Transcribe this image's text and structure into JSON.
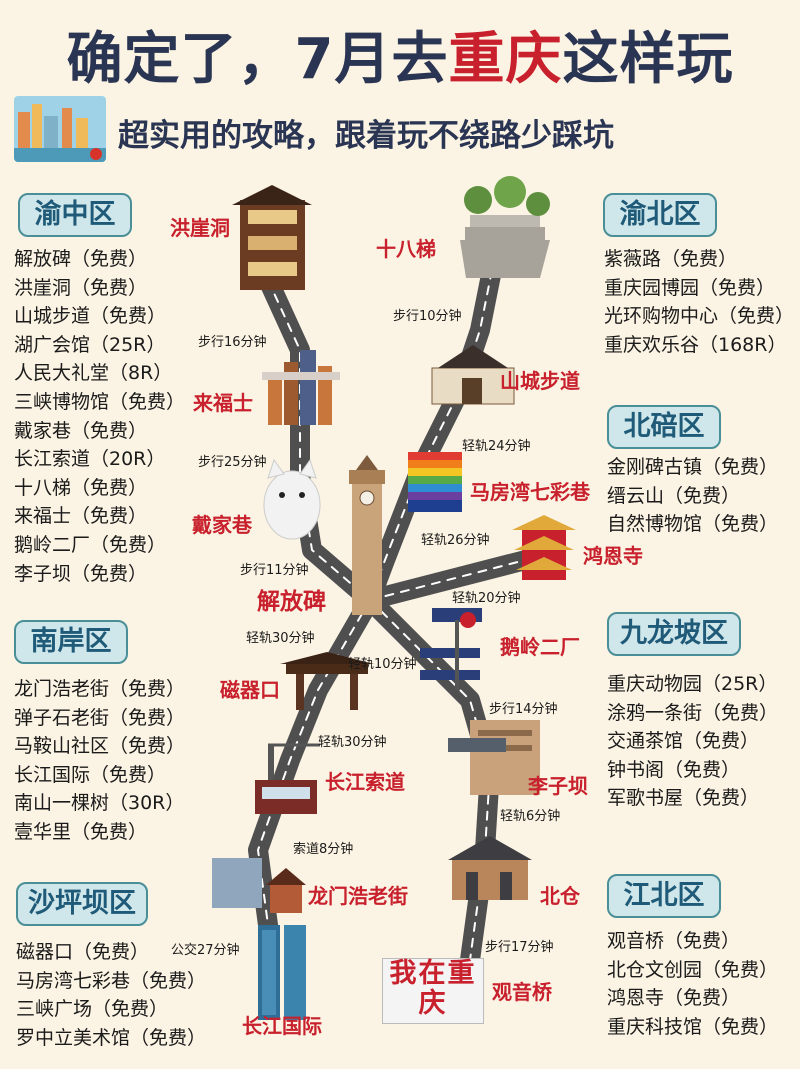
{
  "header": {
    "title_pre": "确定了，7月去",
    "title_accent": "重庆",
    "title_post": "这样玩",
    "subtitle": "超实用的攻略，跟着玩不绕路少踩坑"
  },
  "districts": {
    "yuzhong": {
      "name": "渝中区",
      "items": [
        "解放碑（免费）",
        "洪崖洞（免费）",
        "山城步道（免费）",
        "湖广会馆（25R）",
        "人民大礼堂（8R）",
        "三峡博物馆（免费）",
        "戴家巷（免费）",
        "长江索道（20R）",
        "十八梯（免费）",
        "来福士（免费）",
        "鹅岭二厂（免费）",
        "李子坝（免费）"
      ]
    },
    "nanan": {
      "name": "南岸区",
      "items": [
        "龙门浩老街（免费）",
        "弹子石老街（免费）",
        "马鞍山社区（免费）",
        "长江国际（免费）",
        "南山一棵树（30R）",
        "壹华里（免费）"
      ]
    },
    "shapingba": {
      "name": "沙坪坝区",
      "items": [
        "磁器口（免费）",
        "马房湾七彩巷（免费）",
        "三峡广场（免费）",
        "罗中立美术馆（免费）"
      ]
    },
    "yubei": {
      "name": "渝北区",
      "items": [
        "紫薇路（免费）",
        "重庆园博园（免费）",
        "光环购物中心（免费）",
        "重庆欢乐谷（168R）"
      ]
    },
    "beibei": {
      "name": "北碚区",
      "items": [
        "金刚碑古镇（免费）",
        "缙云山（免费）",
        "自然博物馆（免费）"
      ]
    },
    "jiulongpo": {
      "name": "九龙坡区",
      "items": [
        "重庆动物园（25R）",
        "涂鸦一条街（免费）",
        "交通茶馆（免费）",
        "钟书阁（免费）",
        "军歌书屋（免费）"
      ]
    },
    "jiangbei": {
      "name": "江北区",
      "items": [
        "观音桥（免费）",
        "北仓文创园（免费）",
        "鸿恩寺（免费）",
        "重庆科技馆（免费）"
      ]
    }
  },
  "route": {
    "stops": {
      "hongyadong": "洪崖洞",
      "laifushi": "来福士",
      "daijiaxiang": "戴家巷",
      "jiefangbei": "解放碑",
      "ciqikou": "磁器口",
      "changjiangsuodao": "长江索道",
      "longmenhao": "龙门浩老街",
      "changjiangguoji": "长江国际",
      "shibati": "十八梯",
      "shanchengbudao": "山城步道",
      "mafangwan": "马房湾七彩巷",
      "hongensi": "鸿恩寺",
      "eling": "鹅岭二厂",
      "liziba": "李子坝",
      "beicang": "北仓",
      "guanyinqiao": "观音桥"
    },
    "segments": {
      "s1": "步行16分钟",
      "s2": "步行25分钟",
      "s3": "步行11分钟",
      "s4": "轻轨30分钟",
      "s5": "轻轨30分钟",
      "s6": "索道8分钟",
      "s7": "公交27分钟",
      "s8": "步行10分钟",
      "s9": "轻轨24分钟",
      "s10": "轻轨26分钟",
      "s11": "轻轨20分钟",
      "s12": "轻轨10分钟",
      "s13": "步行14分钟",
      "s14": "轻轨6分钟",
      "s15": "步行17分钟"
    },
    "sign_text": "我在重庆"
  },
  "colors": {
    "title": "#2a3553",
    "accent": "#c8202c",
    "road": "#4f4f4f",
    "badge": "#cfe7ea"
  }
}
